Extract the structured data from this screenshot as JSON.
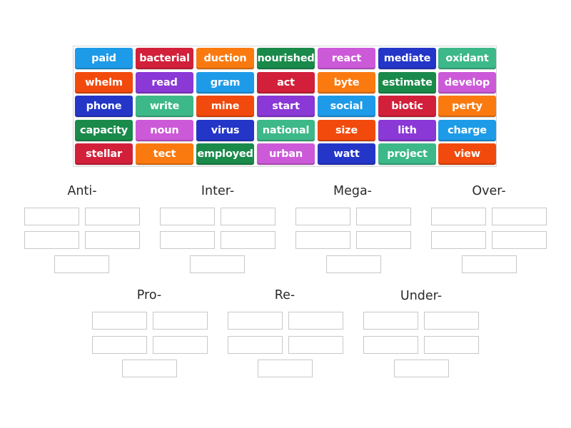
{
  "activity": {
    "type": "group-sort",
    "word_bank": {
      "rows": [
        [
          {
            "label": "paid",
            "color": "#1e9be8"
          },
          {
            "label": "bacterial",
            "color": "#d2203a"
          },
          {
            "label": "duction",
            "color": "#fb7a10"
          },
          {
            "label": "nourished",
            "color": "#1a8a4a"
          },
          {
            "label": "react",
            "color": "#cc5ad8"
          },
          {
            "label": "mediate",
            "color": "#2436c8"
          },
          {
            "label": "oxidant",
            "color": "#3cb889"
          }
        ],
        [
          {
            "label": "whelm",
            "color": "#f24a0c"
          },
          {
            "label": "read",
            "color": "#8a38d6"
          },
          {
            "label": "gram",
            "color": "#1e9be8"
          },
          {
            "label": "act",
            "color": "#d2203a"
          },
          {
            "label": "byte",
            "color": "#fb7a10"
          },
          {
            "label": "estimate",
            "color": "#1a8a4a"
          },
          {
            "label": "develop",
            "color": "#cc5ad8"
          }
        ],
        [
          {
            "label": "phone",
            "color": "#2436c8"
          },
          {
            "label": "write",
            "color": "#3cb889"
          },
          {
            "label": "mine",
            "color": "#f24a0c"
          },
          {
            "label": "start",
            "color": "#8a38d6"
          },
          {
            "label": "social",
            "color": "#1e9be8"
          },
          {
            "label": "biotic",
            "color": "#d2203a"
          },
          {
            "label": "perty",
            "color": "#fb7a10"
          }
        ],
        [
          {
            "label": "capacity",
            "color": "#1a8a4a"
          },
          {
            "label": "noun",
            "color": "#cc5ad8"
          },
          {
            "label": "virus",
            "color": "#2436c8"
          },
          {
            "label": "national",
            "color": "#3cb889"
          },
          {
            "label": "size",
            "color": "#f24a0c"
          },
          {
            "label": "lith",
            "color": "#8a38d6"
          },
          {
            "label": "charge",
            "color": "#1e9be8"
          }
        ],
        [
          {
            "label": "stellar",
            "color": "#d2203a"
          },
          {
            "label": "tect",
            "color": "#fb7a10"
          },
          {
            "label": "employed",
            "color": "#1a8a4a"
          },
          {
            "label": "urban",
            "color": "#cc5ad8"
          },
          {
            "label": "watt",
            "color": "#2436c8"
          },
          {
            "label": "project",
            "color": "#3cb889"
          },
          {
            "label": "view",
            "color": "#f24a0c"
          }
        ]
      ]
    },
    "groups": [
      {
        "title": "Anti-",
        "slots": 5
      },
      {
        "title": "Inter-",
        "slots": 5
      },
      {
        "title": "Mega-",
        "slots": 5
      },
      {
        "title": "Over-",
        "slots": 5
      },
      {
        "title": "Pro-",
        "slots": 5
      },
      {
        "title": "Re-",
        "slots": 5
      },
      {
        "title": "Under-",
        "slots": 5
      }
    ]
  }
}
